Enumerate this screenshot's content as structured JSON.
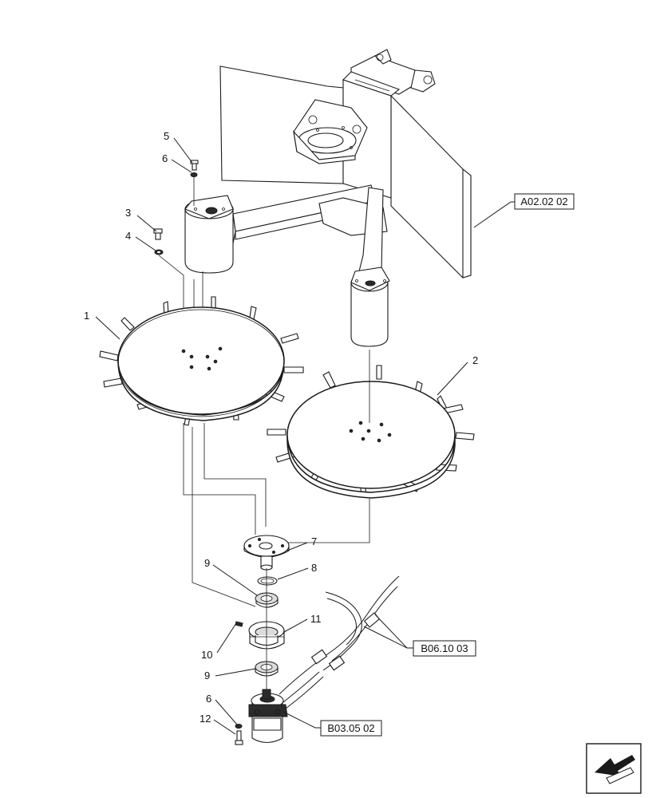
{
  "callouts": {
    "c1": "1",
    "c2": "2",
    "c3": "3",
    "c4": "4",
    "c5": "5",
    "c6a": "6",
    "c6b": "6",
    "c7": "7",
    "c8": "8",
    "c9a": "9",
    "c9b": "9",
    "c10": "10",
    "c11": "11",
    "c12": "12"
  },
  "references": {
    "frame": "A02.02 02",
    "hoses": "B06.10 03",
    "motor": "B03.05 02"
  },
  "nav_icon": "page-back-arrow-icon"
}
